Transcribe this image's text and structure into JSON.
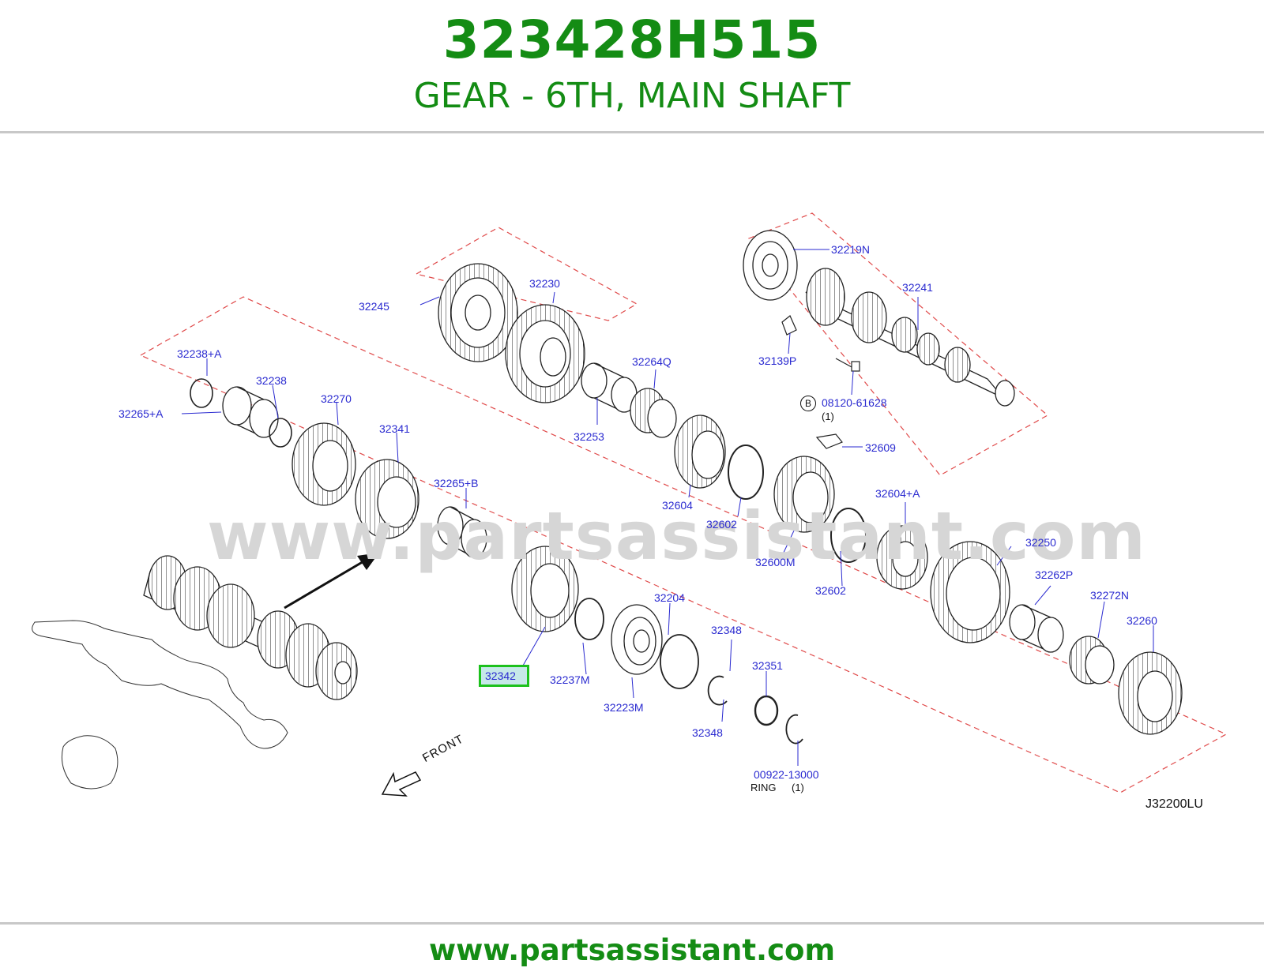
{
  "header": {
    "part_number": "323428H515",
    "description": "GEAR - 6TH, MAIN SHAFT"
  },
  "footer": {
    "url": "www.partsassistant.com"
  },
  "watermark": "www.partsassistant.com",
  "colors": {
    "brand_green": "#148c14",
    "label_blue": "#2a2ad0",
    "highlight_border": "#1cc11c",
    "dashed_red": "#e04a4a"
  },
  "diagram": {
    "highlighted_part": "32342",
    "front_label": "FRONT",
    "drawing_code": "J32200LU",
    "badge_letter": "B",
    "labels": {
      "p32219N": "32219N",
      "p32241": "32241",
      "p32139P": "32139P",
      "p08120": "08120-61628",
      "p08120_qty": "(1)",
      "p32245": "32245",
      "p32230": "32230",
      "p32264Q": "32264Q",
      "p32253": "32253",
      "p32604": "32604",
      "p32609": "32609",
      "p32602a": "32602",
      "p32602b": "32602",
      "p32600M": "32600M",
      "p32604A": "32604+A",
      "p32250": "32250",
      "p32262P": "32262P",
      "p32272N": "32272N",
      "p32260": "32260",
      "p32238A": "32238+A",
      "p32238": "32238",
      "p32265A": "32265+A",
      "p32270": "32270",
      "p32341": "32341",
      "p32265B": "32265+B",
      "p32204": "32204",
      "p32237M": "32237M",
      "p32223M": "32223M",
      "p32348a": "32348",
      "p32348b": "32348",
      "p32351": "32351",
      "p00922": "00922-13000",
      "p_ring": "RING",
      "p_ring_qty": "(1)"
    }
  }
}
